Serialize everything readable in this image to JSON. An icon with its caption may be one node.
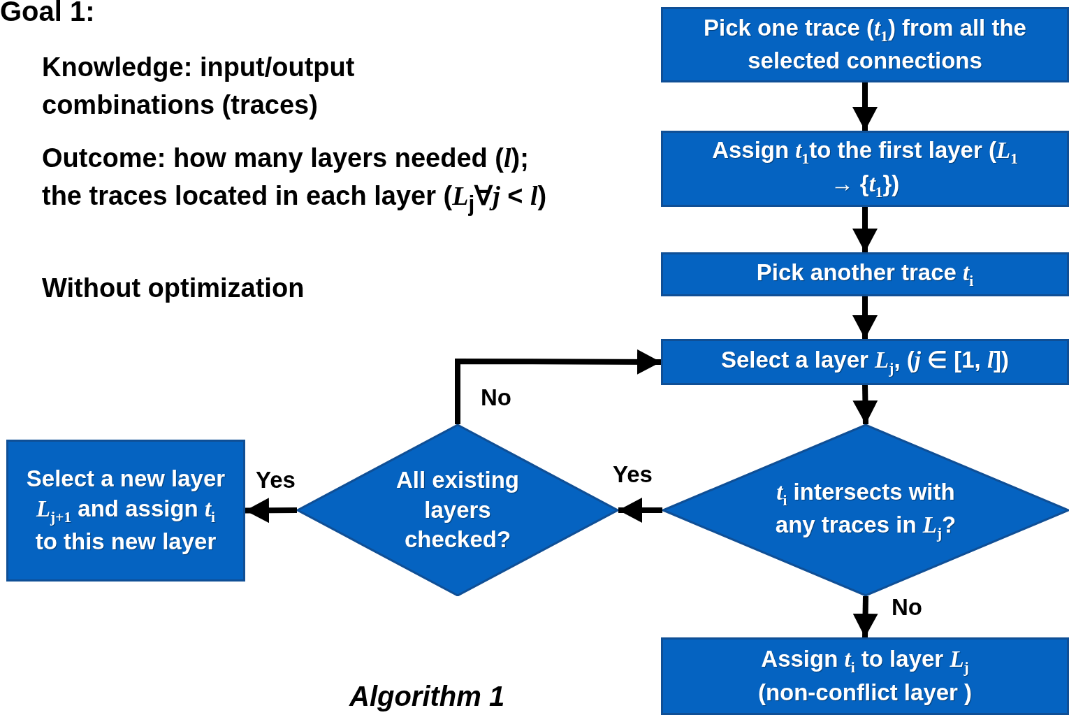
{
  "diagram": {
    "title": "Goal 1:",
    "caption": "Algorithm 1",
    "nodes": [
      {
        "text": [
          "Pick one trace (*t*$_{1}$) from all the selected connections"
        ]
      },
      {
        "text": [
          "Assign *t*$_{1}$to the first layer (*L*$_{1}$ → {*t*$_{1}$})"
        ]
      },
      {
        "text": [
          "Pick another trace *t*$_{i}$"
        ]
      },
      {
        "text": [
          "Select  a layer *L*$_{j}$, (*j* ∈ [1, *l*])"
        ]
      },
      {
        "text": [
          "*t*$_{i}$ intersects with any traces in *L*$_{j}$?"
        ]
      },
      {
        "text": [
          "All existing layers checked?"
        ]
      },
      {
        "text": [
          "Select  a new layer *L*$_{j+1}$ and assign *t*$_{i}$ to this new layer"
        ]
      },
      {
        "text": [
          "Assign *t*$_{i}$ to layer *L*$_{j}$ (non-conflict layer )"
        ]
      }
    ],
    "edges": [
      {
        "from": 0,
        "to": 1,
        "arrow": "to"
      },
      {
        "from": 1,
        "to": 2,
        "arrow": "to"
      },
      {
        "from": 2,
        "to": 3,
        "arrow": "to"
      },
      {
        "from": 3,
        "to": 4,
        "arrow": "to"
      },
      {
        "from": 4,
        "to": 5,
        "arrow": "to",
        "label": "Yes"
      },
      {
        "from": 5,
        "to": 6,
        "arrow": "to",
        "label": "Yes"
      },
      {
        "from": 5,
        "to": 3,
        "arrow": "to",
        "label": "No"
      },
      {
        "from": 4,
        "to": 7,
        "arrow": "to",
        "label": "No"
      }
    ],
    "labels": [
      "Knowledge: input/output combinations (traces)",
      "Outcome: how many layers needed (*l*); the traces located in each layer (*L*$_{j}$∀*j* < *l*)",
      "Without optimization"
    ]
  }
}
